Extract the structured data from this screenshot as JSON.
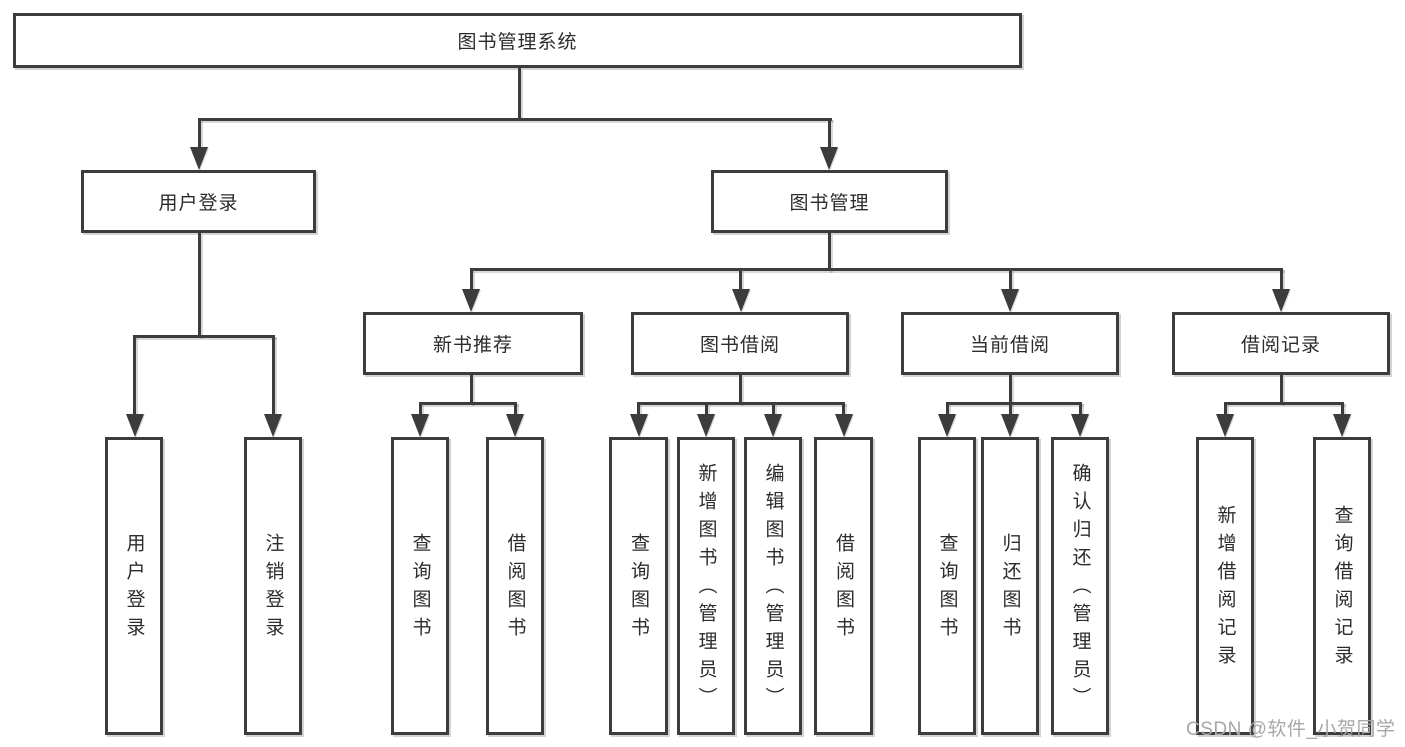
{
  "tree": {
    "root": "图书管理系统",
    "login": {
      "label": "用户登录",
      "children": [
        "用户登录",
        "注销登录"
      ]
    },
    "management": {
      "label": "图书管理",
      "children": [
        {
          "label": "新书推荐",
          "children": [
            "查询图书",
            "借阅图书"
          ]
        },
        {
          "label": "图书借阅",
          "children": [
            "查询图书",
            "新增图书（管理员）",
            "编辑图书（管理员）",
            "借阅图书"
          ]
        },
        {
          "label": "当前借阅",
          "children": [
            "查询图书",
            "归还图书",
            "确认归还（管理员）"
          ]
        },
        {
          "label": "借阅记录",
          "children": [
            "新增借阅记录",
            "查询借阅记录"
          ]
        }
      ]
    }
  },
  "watermark": "CSDN @软件_小贺同学",
  "colors": {
    "line": "#3c3c3c",
    "text": "#2c2c2c",
    "watermark": "#a8a8a8",
    "background": "#ffffff"
  }
}
